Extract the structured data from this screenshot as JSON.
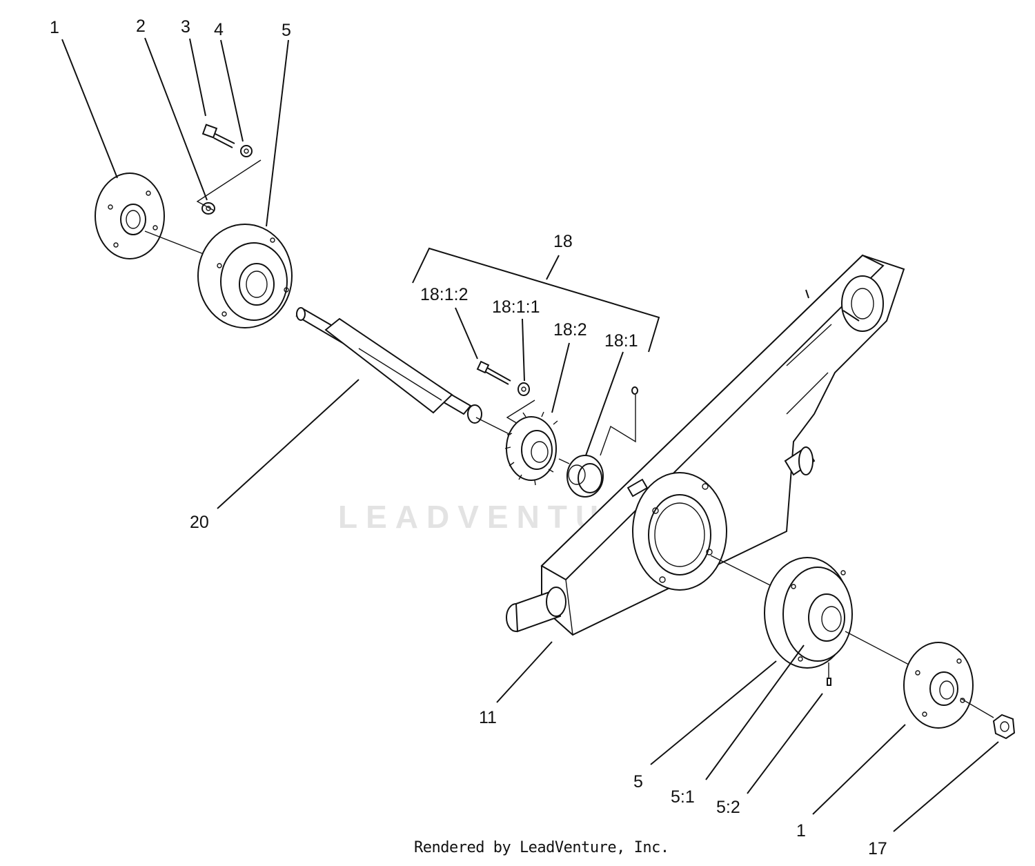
{
  "watermark": "LEADVENTURE",
  "footer_text": "Rendered by LeadVenture, Inc.",
  "callouts": {
    "c1a": "1",
    "c2": "2",
    "c3": "3",
    "c4": "4",
    "c5a": "5",
    "c18": "18",
    "c18_1_2": "18:1:2",
    "c18_1_1": "18:1:1",
    "c18_2": "18:2",
    "c18_1": "18:1",
    "c20": "20",
    "c11": "11",
    "c5b": "5",
    "c5_1": "5:1",
    "c5_2": "5:2",
    "c1b": "1",
    "c17": "17"
  }
}
